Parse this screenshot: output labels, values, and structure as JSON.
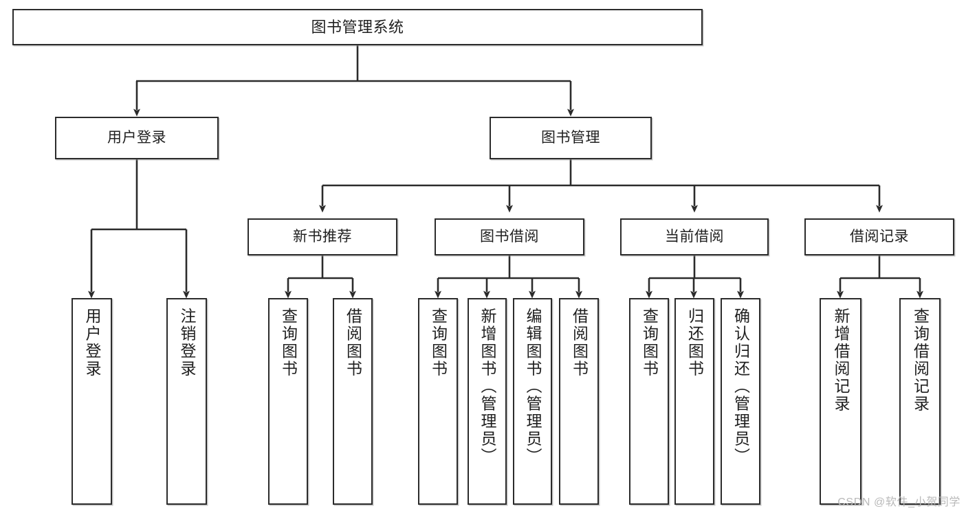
{
  "diagram": {
    "title": "图书管理系统",
    "type": "hierarchy-tree",
    "watermark": "CSDN @软件_小贺同学",
    "levels": {
      "root": {
        "id": "root",
        "label": "图书管理系统"
      },
      "level2": [
        {
          "id": "user-login",
          "label": "用户登录"
        },
        {
          "id": "book-management",
          "label": "图书管理"
        }
      ],
      "level3": [
        {
          "id": "new-book-recommend",
          "label": "新书推荐",
          "parent": "book-management"
        },
        {
          "id": "book-borrow",
          "label": "图书借阅",
          "parent": "book-management"
        },
        {
          "id": "current-borrow",
          "label": "当前借阅",
          "parent": "book-management"
        },
        {
          "id": "borrow-record",
          "label": "借阅记录",
          "parent": "book-management"
        }
      ],
      "leaves": [
        {
          "id": "leaf-user-login",
          "label": "用户登录",
          "parent": "user-login"
        },
        {
          "id": "leaf-logout-login",
          "label": "注销登录",
          "parent": "user-login"
        },
        {
          "id": "leaf-query-book-1",
          "label": "查询图书",
          "parent": "new-book-recommend"
        },
        {
          "id": "leaf-borrow-book-1",
          "label": "借阅图书",
          "parent": "new-book-recommend"
        },
        {
          "id": "leaf-query-book-2",
          "label": "查询图书",
          "parent": "book-borrow"
        },
        {
          "id": "leaf-add-book-admin",
          "label": "新增图书（管理员）",
          "parent": "book-borrow"
        },
        {
          "id": "leaf-edit-book-admin",
          "label": "编辑图书（管理员）",
          "parent": "book-borrow"
        },
        {
          "id": "leaf-borrow-book-2",
          "label": "借阅图书",
          "parent": "book-borrow"
        },
        {
          "id": "leaf-query-book-3",
          "label": "查询图书",
          "parent": "current-borrow"
        },
        {
          "id": "leaf-return-book",
          "label": "归还图书",
          "parent": "current-borrow"
        },
        {
          "id": "leaf-confirm-return-admin",
          "label": "确认归还（管理员）",
          "parent": "current-borrow"
        },
        {
          "id": "leaf-add-borrow-record",
          "label": "新增借阅记录",
          "parent": "borrow-record"
        },
        {
          "id": "leaf-query-borrow-record",
          "label": "查询借阅记录",
          "parent": "borrow-record"
        }
      ]
    },
    "colors": {
      "stroke": "#2b2b2b",
      "fill": "#ffffff",
      "text": "#1f1f1f",
      "watermark": "#b9b9b9"
    }
  }
}
